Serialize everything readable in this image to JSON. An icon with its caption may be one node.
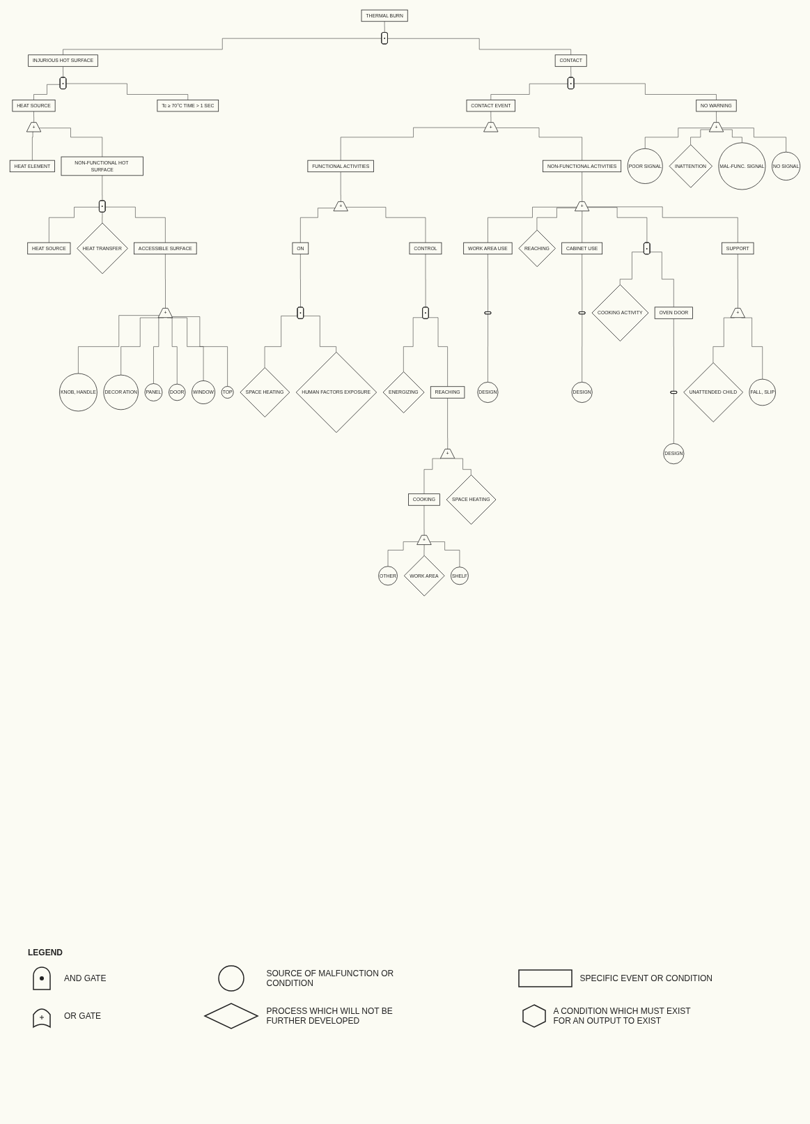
{
  "diagram": {
    "nodes": [
      {
        "text": [
          "THERMAL BURN"
        ]
      },
      {
        "text": [
          "•"
        ]
      },
      {
        "text": [
          "INJURIOUS HOT SURFACE"
        ]
      },
      {
        "text": [
          "CONTACT"
        ]
      },
      {
        "text": [
          "•"
        ]
      },
      {
        "text": [
          "HEAT SOURCE"
        ]
      },
      {
        "text": [
          "Tc ≥ 70°C TIME > 1 SEC"
        ]
      },
      {
        "text": [
          "+"
        ]
      },
      {
        "text": [
          "HEAT ELEMENT"
        ]
      },
      {
        "text": [
          "NON-FUNCTIONAL HOT SURFACE"
        ]
      },
      {
        "text": [
          "•"
        ]
      },
      {
        "text": [
          "HEAT SOURCE"
        ]
      },
      {
        "text": [
          "HEAT TRANSFER"
        ]
      },
      {
        "text": [
          "ACCESSIBLE SURFACE"
        ]
      },
      {
        "text": [
          "+"
        ]
      },
      {
        "text": [
          "KNOB, HANDLE"
        ]
      },
      {
        "text": [
          "DECOR ATION"
        ]
      },
      {
        "text": [
          "PANEL"
        ]
      },
      {
        "text": [
          "DOOR"
        ]
      },
      {
        "text": [
          "WINDOW"
        ]
      },
      {
        "text": [
          "TOP"
        ]
      },
      {
        "text": [
          "•"
        ]
      },
      {
        "text": [
          "CONTACT EVENT"
        ]
      },
      {
        "text": [
          "NO WARNING"
        ]
      },
      {
        "text": [
          "+"
        ]
      },
      {
        "text": [
          "FUNCTIONAL ACTIVITIES"
        ]
      },
      {
        "text": [
          "NON-FUNCTIONAL ACTIVITIES"
        ]
      },
      {
        "text": [
          "+"
        ]
      },
      {
        "text": [
          "ON"
        ]
      },
      {
        "text": [
          "•"
        ]
      },
      {
        "text": [
          "SPACE HEATING"
        ]
      },
      {
        "text": [
          "HUMAN FACTORS EXPOSURE"
        ]
      },
      {
        "text": [
          "CONTROL"
        ]
      },
      {
        "text": [
          "•"
        ]
      },
      {
        "text": [
          "ENERGIZING"
        ]
      },
      {
        "text": [
          "REACHING"
        ]
      },
      {
        "text": [
          "+"
        ]
      },
      {
        "text": [
          "COOKING"
        ]
      },
      {
        "text": [
          "SPACE HEATING"
        ]
      },
      {
        "text": [
          "+"
        ]
      },
      {
        "text": [
          "OTHER"
        ]
      },
      {
        "text": [
          "WORK AREA"
        ]
      },
      {
        "text": [
          "SHELF"
        ]
      },
      {
        "text": [
          "+"
        ]
      },
      {
        "text": [
          "POOR SIGNAL"
        ]
      },
      {
        "text": [
          "INATTENTION"
        ]
      },
      {
        "text": [
          "MAL-FUNC. SIGNAL"
        ]
      },
      {
        "text": [
          "NO SIGNAL"
        ]
      },
      {
        "text": [
          "+"
        ]
      },
      {
        "text": [
          "WORK AREA USE"
        ]
      },
      {
        "text": [],
        "shape": "hexagon"
      },
      {
        "text": [
          "DESIGN"
        ]
      },
      {
        "text": [
          "REACHING"
        ]
      },
      {
        "text": [
          "CABINET USE"
        ]
      },
      {
        "text": [],
        "shape": "hexagon"
      },
      {
        "text": [
          "DESIGN"
        ]
      },
      {
        "text": [
          "•"
        ]
      },
      {
        "text": [
          "COOKING ACTIVITY"
        ]
      },
      {
        "text": [
          "OVEN DOOR"
        ]
      },
      {
        "text": [],
        "shape": "hexagon"
      },
      {
        "text": [
          "DESIGN"
        ]
      },
      {
        "text": [
          "SUPPORT"
        ]
      },
      {
        "text": [
          "+"
        ]
      },
      {
        "text": [
          "UNATTENDED CHILD"
        ]
      },
      {
        "text": [
          "FALL, SLIP"
        ]
      }
    ],
    "edges": [
      {
        "from": 0,
        "to": 1,
        "arrow": "none"
      },
      {
        "from": 1,
        "to": 2,
        "arrow": "none"
      },
      {
        "from": 1,
        "to": 3,
        "arrow": "none"
      },
      {
        "from": 2,
        "to": 4,
        "arrow": "none"
      },
      {
        "from": 4,
        "to": 5,
        "arrow": "none"
      },
      {
        "from": 4,
        "to": 6,
        "arrow": "none"
      },
      {
        "from": 5,
        "to": 7,
        "arrow": "none"
      },
      {
        "from": 7,
        "to": 8,
        "arrow": "none"
      },
      {
        "from": 7,
        "to": 9,
        "arrow": "none"
      },
      {
        "from": 9,
        "to": 10,
        "arrow": "none"
      },
      {
        "from": 10,
        "to": 11,
        "arrow": "none"
      },
      {
        "from": 10,
        "to": 12,
        "arrow": "none"
      },
      {
        "from": 10,
        "to": 13,
        "arrow": "none"
      },
      {
        "from": 13,
        "to": 14,
        "arrow": "none"
      },
      {
        "from": 14,
        "to": 15,
        "arrow": "none"
      },
      {
        "from": 14,
        "to": 16,
        "arrow": "none"
      },
      {
        "from": 14,
        "to": 17,
        "arrow": "none"
      },
      {
        "from": 14,
        "to": 18,
        "arrow": "none"
      },
      {
        "from": 14,
        "to": 19,
        "arrow": "none"
      },
      {
        "from": 14,
        "to": 20,
        "arrow": "none"
      },
      {
        "from": 3,
        "to": 21,
        "arrow": "none"
      },
      {
        "from": 21,
        "to": 22,
        "arrow": "none"
      },
      {
        "from": 21,
        "to": 23,
        "arrow": "none"
      },
      {
        "from": 22,
        "to": 24,
        "arrow": "none"
      },
      {
        "from": 24,
        "to": 25,
        "arrow": "none"
      },
      {
        "from": 24,
        "to": 26,
        "arrow": "none"
      },
      {
        "from": 25,
        "to": 27,
        "arrow": "none"
      },
      {
        "from": 27,
        "to": 28,
        "arrow": "none"
      },
      {
        "from": 27,
        "to": 32,
        "arrow": "none"
      },
      {
        "from": 28,
        "to": 29,
        "arrow": "none"
      },
      {
        "from": 29,
        "to": 30,
        "arrow": "none"
      },
      {
        "from": 29,
        "to": 31,
        "arrow": "none"
      },
      {
        "from": 32,
        "to": 33,
        "arrow": "none"
      },
      {
        "from": 33,
        "to": 34,
        "arrow": "none"
      },
      {
        "from": 33,
        "to": 35,
        "arrow": "none"
      },
      {
        "from": 35,
        "to": 36,
        "arrow": "none"
      },
      {
        "from": 36,
        "to": 37,
        "arrow": "none"
      },
      {
        "from": 36,
        "to": 38,
        "arrow": "none"
      },
      {
        "from": 37,
        "to": 39,
        "arrow": "none"
      },
      {
        "from": 39,
        "to": 40,
        "arrow": "none"
      },
      {
        "from": 39,
        "to": 41,
        "arrow": "none"
      },
      {
        "from": 39,
        "to": 42,
        "arrow": "none"
      },
      {
        "from": 23,
        "to": 43,
        "arrow": "none"
      },
      {
        "from": 43,
        "to": 44,
        "arrow": "none"
      },
      {
        "from": 43,
        "to": 45,
        "arrow": "none"
      },
      {
        "from": 43,
        "to": 46,
        "arrow": "none"
      },
      {
        "from": 43,
        "to": 47,
        "arrow": "none"
      },
      {
        "from": 26,
        "to": 48,
        "arrow": "none"
      },
      {
        "from": 48,
        "to": 49,
        "arrow": "none"
      },
      {
        "from": 48,
        "to": 52,
        "arrow": "none"
      },
      {
        "from": 48,
        "to": 53,
        "arrow": "none"
      },
      {
        "from": 48,
        "to": 56,
        "arrow": "none"
      },
      {
        "from": 48,
        "to": 61,
        "arrow": "none"
      },
      {
        "from": 49,
        "to": 50,
        "arrow": "none"
      },
      {
        "from": 50,
        "to": 51,
        "arrow": "none"
      },
      {
        "from": 53,
        "to": 54,
        "arrow": "none"
      },
      {
        "from": 54,
        "to": 55,
        "arrow": "none"
      },
      {
        "from": 56,
        "to": 57,
        "arrow": "none"
      },
      {
        "from": 56,
        "to": 58,
        "arrow": "none"
      },
      {
        "from": 58,
        "to": 59,
        "arrow": "none"
      },
      {
        "from": 59,
        "to": 60,
        "arrow": "none"
      },
      {
        "from": 61,
        "to": 62,
        "arrow": "none"
      },
      {
        "from": 62,
        "to": 63,
        "arrow": "none"
      },
      {
        "from": 62,
        "to": 64,
        "arrow": "none"
      }
    ],
    "labels": [
      "LEGEND"
    ],
    "legend": [
      {
        "text": "AND GATE"
      },
      {
        "text": "OR GATE"
      },
      {
        "text": "SOURCE OF MALFUNCTION OR CONDITION"
      },
      {
        "text": "SPECIFIC EVENT OR CONDITION"
      },
      {
        "text": "PROCESS WHICH WILL NOT BE FURTHER DEVELOPED"
      },
      {
        "text": "A CONDITION WHICH MUST EXIST FOR AN OUTPUT TO EXIST"
      }
    ]
  }
}
